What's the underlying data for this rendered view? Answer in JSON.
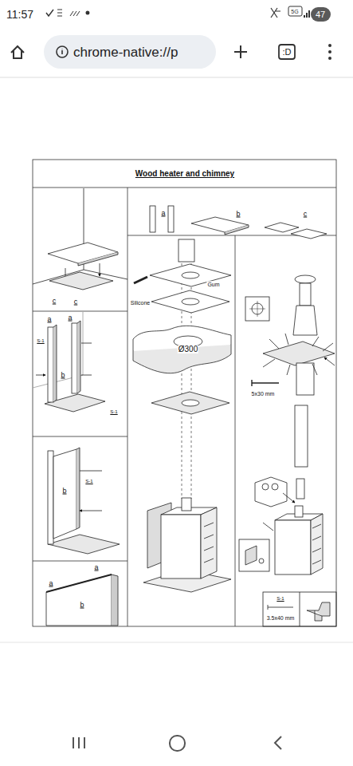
{
  "diagram": {
    "title": "Wood heater and chimney",
    "labels": [
      "11:57",
      "5G",
      "47",
      "chrome-native://p",
      ":D",
      "a",
      "b",
      "c",
      "c",
      "c",
      "a",
      "a",
      "S-1",
      "b",
      "S-1",
      "S-1",
      "b",
      "a",
      "a",
      "b",
      "Silicone",
      "Gum",
      "Ø300",
      "5x30 mm",
      "S-1",
      "3.5x40 mm"
    ]
  }
}
